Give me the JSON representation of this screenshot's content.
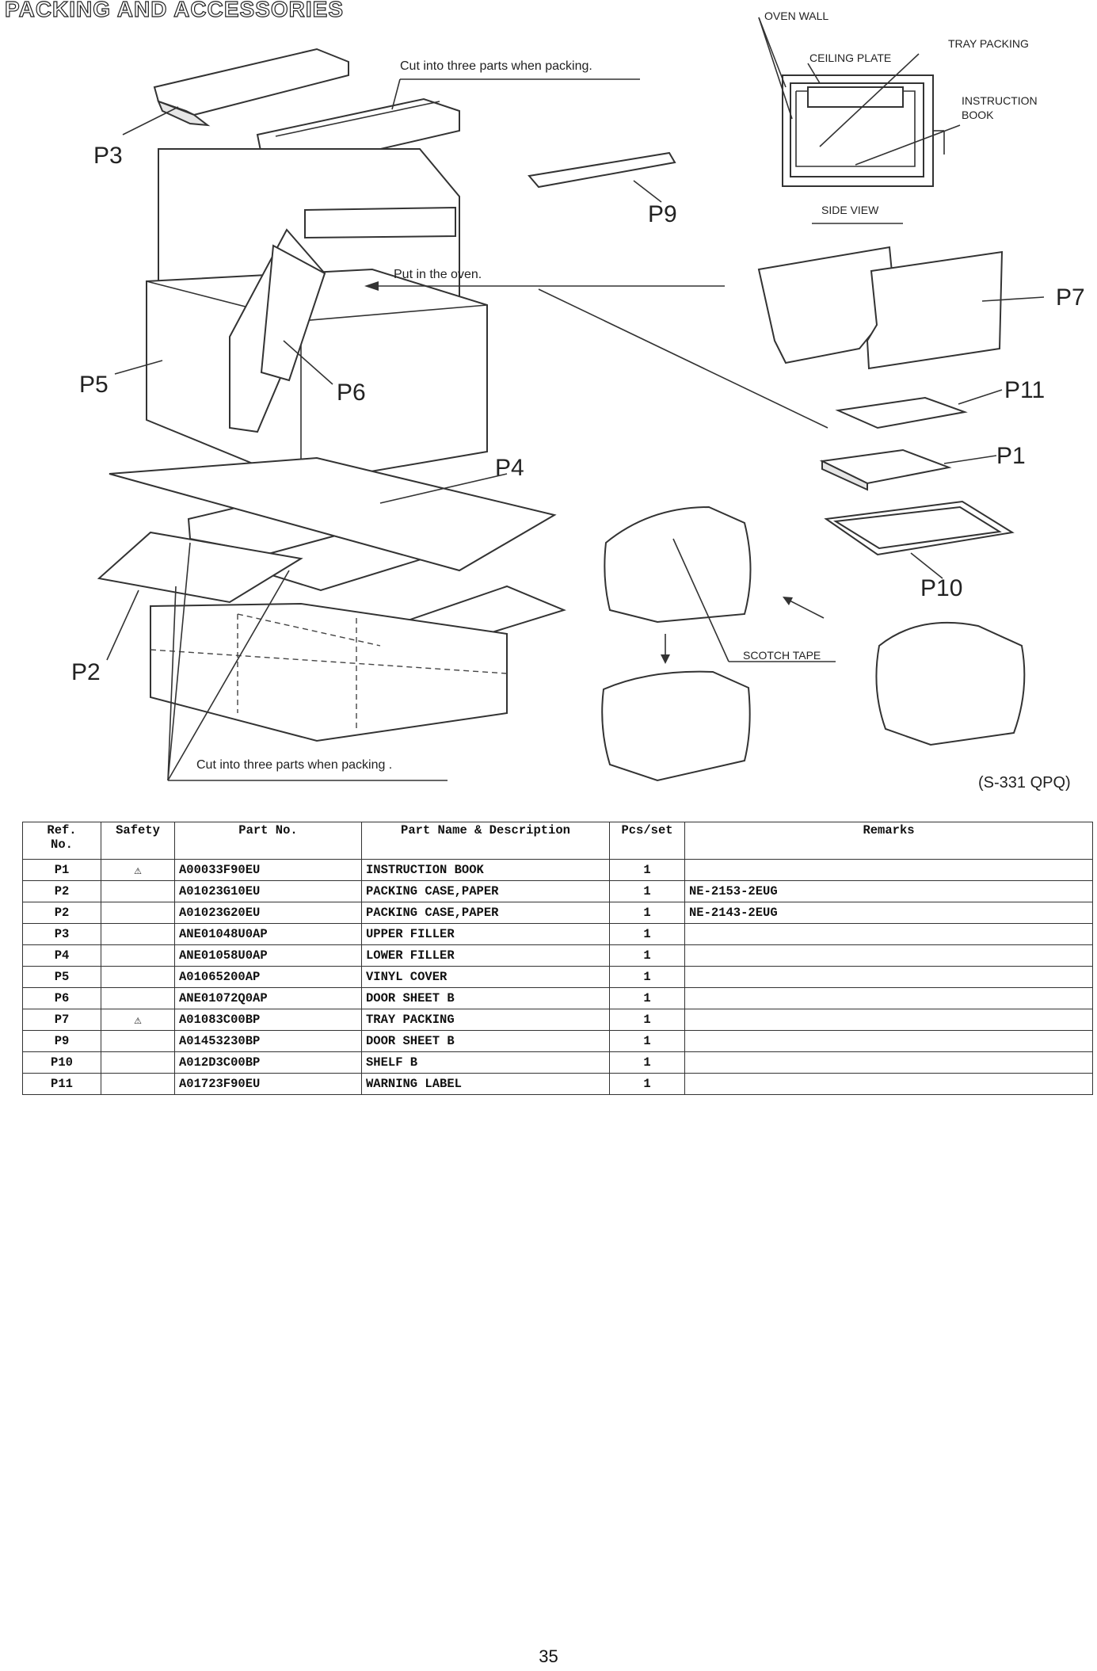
{
  "title": "PACKING AND ACCESSORIES",
  "diagram": {
    "labels": {
      "p1": "P1",
      "p2": "P2",
      "p3": "P3",
      "p4": "P4",
      "p5": "P5",
      "p6": "P6",
      "p7": "P7",
      "p9": "P9",
      "p10": "P10",
      "p11": "P11"
    },
    "notes": {
      "cut_top": "Cut into three parts when packing.",
      "put_in_oven": "Put in the oven.",
      "cut_bottom": "Cut into three parts when packing .",
      "scotch_tape": "SCOTCH TAPE",
      "model_code": "(S-331 QPQ)"
    },
    "side_view": {
      "oven_wall": "OVEN WALL",
      "ceiling_plate": "CEILING PLATE",
      "tray_packing": "TRAY PACKING",
      "instruction_line1": "INSTRUCTION",
      "instruction_line2": "BOOK",
      "caption": "SIDE VIEW"
    }
  },
  "table": {
    "headers": {
      "ref_line1": "Ref.",
      "ref_line2": "No.",
      "safety": "Safety",
      "part_no": "Part No.",
      "name": "Part Name & Description",
      "pcs": "Pcs/set",
      "remarks": "Remarks"
    },
    "rows": [
      {
        "ref": "P1",
        "safety": "⚠",
        "part_no": "A00033F90EU",
        "name": "INSTRUCTION BOOK",
        "pcs": "1",
        "remarks": ""
      },
      {
        "ref": "P2",
        "safety": "",
        "part_no": "A01023G10EU",
        "name": "PACKING CASE,PAPER",
        "pcs": "1",
        "remarks": "NE-2153-2EUG"
      },
      {
        "ref": "P2",
        "safety": "",
        "part_no": "A01023G20EU",
        "name": "PACKING CASE,PAPER",
        "pcs": "1",
        "remarks": "NE-2143-2EUG"
      },
      {
        "ref": "P3",
        "safety": "",
        "part_no": "ANE01048U0AP",
        "name": "UPPER FILLER",
        "pcs": "1",
        "remarks": ""
      },
      {
        "ref": "P4",
        "safety": "",
        "part_no": "ANE01058U0AP",
        "name": "LOWER FILLER",
        "pcs": "1",
        "remarks": ""
      },
      {
        "ref": "P5",
        "safety": "",
        "part_no": "A01065200AP",
        "name": "VINYL COVER",
        "pcs": "1",
        "remarks": ""
      },
      {
        "ref": "P6",
        "safety": "",
        "part_no": "ANE01072Q0AP",
        "name": "DOOR SHEET B",
        "pcs": "1",
        "remarks": ""
      },
      {
        "ref": "P7",
        "safety": "⚠",
        "part_no": "A01083C00BP",
        "name": "TRAY PACKING",
        "pcs": "1",
        "remarks": ""
      },
      {
        "ref": "P9",
        "safety": "",
        "part_no": "A01453230BP",
        "name": "DOOR SHEET B",
        "pcs": "1",
        "remarks": ""
      },
      {
        "ref": "P10",
        "safety": "",
        "part_no": "A012D3C00BP",
        "name": "SHELF B",
        "pcs": "1",
        "remarks": ""
      },
      {
        "ref": "P11",
        "safety": "",
        "part_no": "A01723F90EU",
        "name": "WARNING LABEL",
        "pcs": "1",
        "remarks": ""
      }
    ]
  },
  "page_number": "35"
}
